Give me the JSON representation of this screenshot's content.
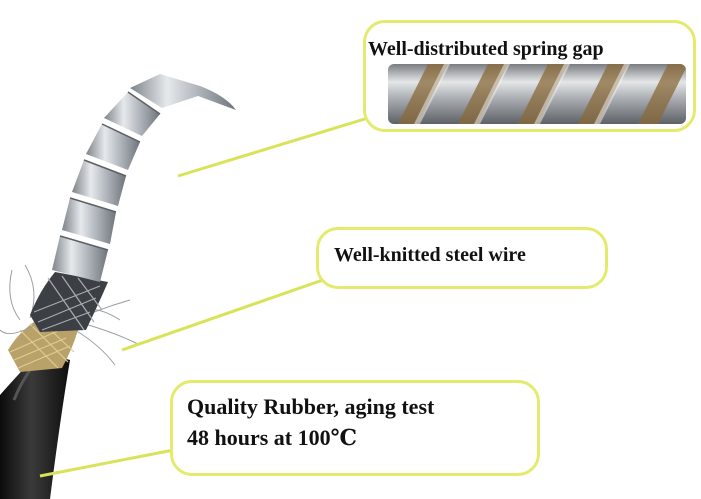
{
  "callouts": {
    "spring_gap": "Well-distributed spring gap",
    "steel_wire": "Well-knitted steel wire",
    "rubber_line1": "Quality Rubber, aging test",
    "rubber_line2": "48 hours at 100℃"
  },
  "colors": {
    "callout_border": "#e4ea6e",
    "leader_line": "#d9e35a",
    "rubber": "#1d1d1d",
    "steel": "#b9bec4",
    "braid_gold": "#c9b27a"
  }
}
